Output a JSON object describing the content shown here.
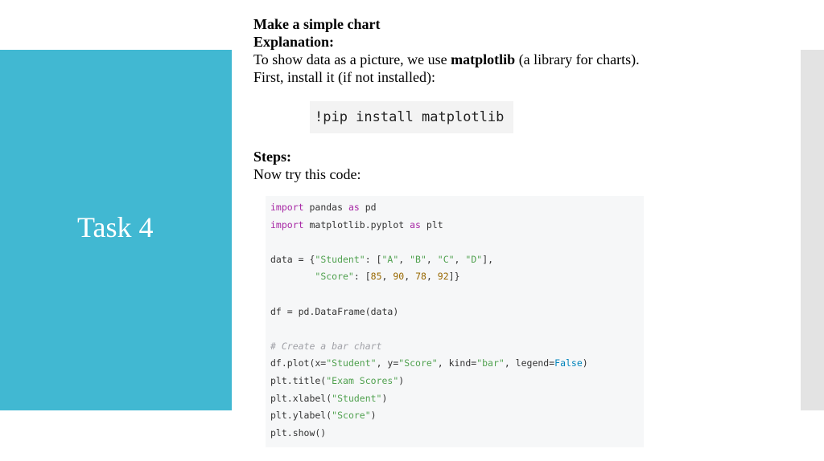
{
  "slide": {
    "title": "Task 4"
  },
  "content": {
    "heading1": "Make a simple chart",
    "heading2": "Explanation:",
    "text1_pre": "To show data as a picture, we use ",
    "text1_bold": "matplotlib",
    "text1_post": " (a library for charts).",
    "text2": "First, install it (if not installed):",
    "install_command": "!pip install matplotlib",
    "steps_heading": "Steps:",
    "steps_text": "Now try this code:"
  },
  "code": {
    "l1": [
      "import",
      " pandas ",
      "as",
      " pd"
    ],
    "l2": [
      "import",
      " matplotlib.pyplot ",
      "as",
      " plt"
    ],
    "l4": [
      "data = {",
      "\"Student\"",
      ": [",
      "\"A\"",
      ", ",
      "\"B\"",
      ", ",
      "\"C\"",
      ", ",
      "\"D\"",
      "],"
    ],
    "l5": [
      "        ",
      "\"Score\"",
      ": [",
      "85",
      ", ",
      "90",
      ", ",
      "78",
      ", ",
      "92",
      "]}"
    ],
    "l7": "df = pd.DataFrame(data)",
    "l9": "# Create a bar chart",
    "l10": [
      "df.plot(x=",
      "\"Student\"",
      ", y=",
      "\"Score\"",
      ", kind=",
      "\"bar\"",
      ", legend=",
      "False",
      ")"
    ],
    "l11": [
      "plt.title(",
      "\"Exam Scores\"",
      ")"
    ],
    "l12": [
      "plt.xlabel(",
      "\"Student\"",
      ")"
    ],
    "l13": [
      "plt.ylabel(",
      "\"Score\"",
      ")"
    ],
    "l14": "plt.show()"
  },
  "colors": {
    "left_panel": "#41b8d2",
    "right_strip": "#e3e3e3",
    "code_bg": "#f6f7f8",
    "keyword": "#a626a4",
    "string": "#50a14f",
    "number": "#986801",
    "comment": "#a0a1a7"
  }
}
